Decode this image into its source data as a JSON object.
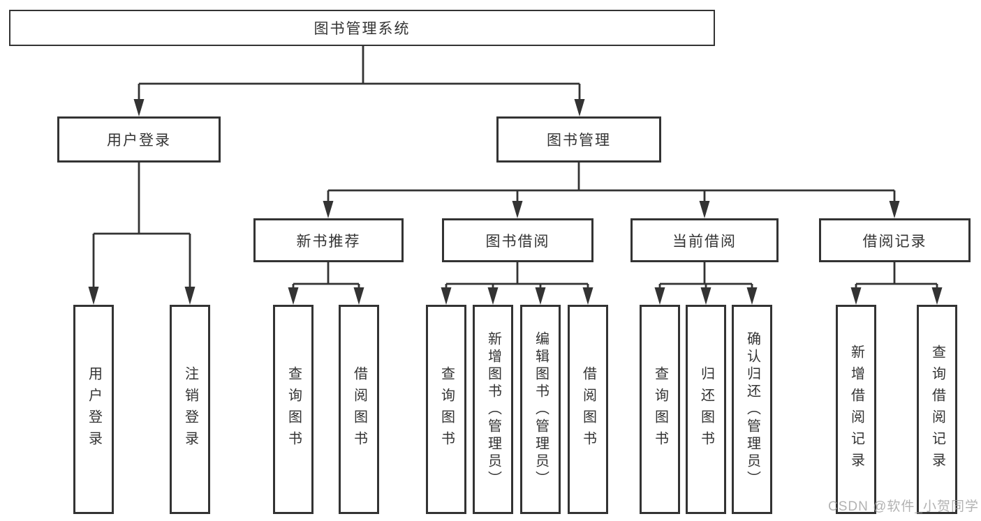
{
  "diagram": {
    "tree": {
      "root": "图书管理系统",
      "children": [
        {
          "label": "用户登录",
          "children": [
            "用户登录",
            "注销登录"
          ]
        },
        {
          "label": "图书管理",
          "children": [
            {
              "label": "新书推荐",
              "children": [
                "查询图书",
                "借阅图书"
              ]
            },
            {
              "label": "图书借阅",
              "children": [
                "查询图书",
                "新增图书（管理员）",
                "编辑图书（管理员）",
                "借阅图书"
              ]
            },
            {
              "label": "当前借阅",
              "children": [
                "查询图书",
                "归还图书",
                "确认归还（管理员）"
              ]
            },
            {
              "label": "借阅记录",
              "children": [
                "新增借阅记录",
                "查询借阅记录"
              ]
            }
          ]
        }
      ]
    },
    "colors": {
      "line": "#333333",
      "box_border": "#333333",
      "background": "#ffffff",
      "watermark": "#9f9f9f"
    }
  },
  "watermark": {
    "text": "CSDN @软件_小贺同学"
  }
}
